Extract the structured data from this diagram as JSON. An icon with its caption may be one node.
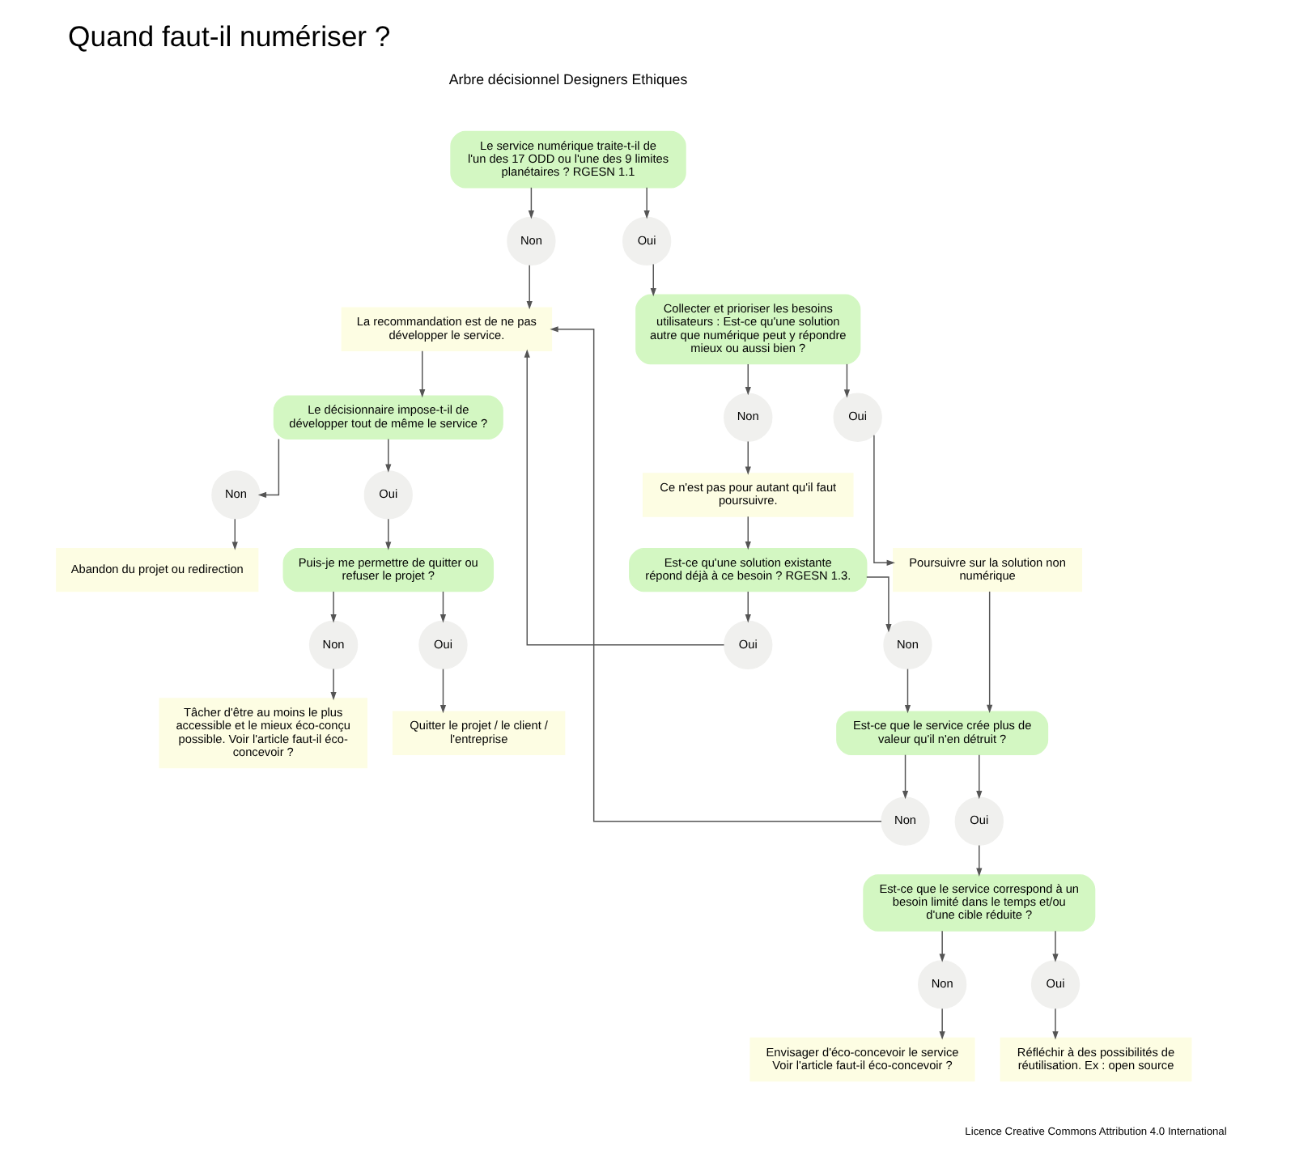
{
  "diagram": {
    "title": "Quand faut-il numériser ?",
    "nodes": [
      {
        "text": [
          "Le service numérique traite-t-il de l'un des 17 ODD ou l'une des 9 limites planétaires ? RGESN 1.1"
        ]
      },
      {
        "text": [
          "Non"
        ]
      },
      {
        "text": [
          "Oui"
        ]
      },
      {
        "text": [
          "La recommandation est de ne pas développer le service."
        ]
      },
      {
        "text": [
          "Le décisionnaire impose-t-il de développer tout de même le service ?"
        ]
      },
      {
        "text": [
          "Non"
        ]
      },
      {
        "text": [
          "Oui"
        ]
      },
      {
        "text": [
          "Abandon du projet ou redirection"
        ]
      },
      {
        "text": [
          "Puis-je me permettre de quitter ou refuser le projet ?"
        ]
      },
      {
        "text": [
          "Non"
        ]
      },
      {
        "text": [
          "Oui"
        ]
      },
      {
        "text": [
          "Tâcher d'être au moins le plus accessible et le mieux éco-conçu possible. Voir l'article faut-il éco-concevoir ?"
        ]
      },
      {
        "text": [
          "Quitter le projet / le client / l'entreprise"
        ]
      },
      {
        "text": [
          "Collecter et prioriser les besoins utilisateurs : Est-ce qu'une solution autre que numérique peut y répondre mieux ou aussi bien ?"
        ]
      },
      {
        "text": [
          "Non"
        ]
      },
      {
        "text": [
          "Oui"
        ]
      },
      {
        "text": [
          "Ce n'est pas pour autant qu'il faut poursuivre."
        ]
      },
      {
        "text": [
          "Poursuivre sur la solution non numérique"
        ]
      },
      {
        "text": [
          "Est-ce qu'une solution existante répond déjà à ce besoin ? RGESN 1.3."
        ]
      },
      {
        "text": [
          "Oui"
        ]
      },
      {
        "text": [
          "Non"
        ]
      },
      {
        "text": [
          "Est-ce que le service crée plus de valeur qu'il n'en détruit ?"
        ]
      },
      {
        "text": [
          "Non"
        ]
      },
      {
        "text": [
          "Oui"
        ]
      },
      {
        "text": [
          "Est-ce que le service correspond à un besoin limité dans le temps et/ou d'une cible réduite ?"
        ]
      },
      {
        "text": [
          "Non"
        ]
      },
      {
        "text": [
          "Oui"
        ]
      },
      {
        "text": [
          "Envisager d'éco-concevoir le service Voir l'article faut-il éco-concevoir ?"
        ]
      },
      {
        "text": [
          "Réfléchir à des possibilités de réutilisation. Ex : open source"
        ]
      }
    ],
    "edges": [
      {
        "from": 0,
        "to": 1,
        "arrow": "to"
      },
      {
        "from": 0,
        "to": 2,
        "arrow": "to"
      },
      {
        "from": 1,
        "to": 3,
        "arrow": "to"
      },
      {
        "from": 3,
        "to": 4,
        "arrow": "to"
      },
      {
        "from": 4,
        "to": 5,
        "arrow": "to"
      },
      {
        "from": 4,
        "to": 6,
        "arrow": "to"
      },
      {
        "from": 5,
        "to": 7,
        "arrow": "to"
      },
      {
        "from": 6,
        "to": 8,
        "arrow": "to"
      },
      {
        "from": 8,
        "to": 9,
        "arrow": "to"
      },
      {
        "from": 8,
        "to": 10,
        "arrow": "to"
      },
      {
        "from": 9,
        "to": 11,
        "arrow": "to"
      },
      {
        "from": 10,
        "to": 12,
        "arrow": "to"
      },
      {
        "from": 2,
        "to": 13,
        "arrow": "to"
      },
      {
        "from": 13,
        "to": 14,
        "arrow": "to"
      },
      {
        "from": 13,
        "to": 15,
        "arrow": "to"
      },
      {
        "from": 14,
        "to": 16,
        "arrow": "to"
      },
      {
        "from": 15,
        "to": 17,
        "arrow": "to"
      },
      {
        "from": 16,
        "to": 18,
        "arrow": "to"
      },
      {
        "from": 17,
        "to": 21,
        "arrow": "to"
      },
      {
        "from": 18,
        "to": 19,
        "arrow": "to"
      },
      {
        "from": 18,
        "to": 20,
        "arrow": "to"
      },
      {
        "from": 19,
        "to": 3,
        "arrow": "to"
      },
      {
        "from": 20,
        "to": 21,
        "arrow": "to"
      },
      {
        "from": 21,
        "to": 22,
        "arrow": "to"
      },
      {
        "from": 21,
        "to": 23,
        "arrow": "to"
      },
      {
        "from": 22,
        "to": 3,
        "arrow": "to"
      },
      {
        "from": 23,
        "to": 24,
        "arrow": "to"
      },
      {
        "from": 24,
        "to": 25,
        "arrow": "to"
      },
      {
        "from": 24,
        "to": 26,
        "arrow": "to"
      },
      {
        "from": 25,
        "to": 27,
        "arrow": "to"
      },
      {
        "from": 26,
        "to": 28,
        "arrow": "to"
      }
    ],
    "labels": [
      "Arbre décisionnel Designers Ethiques",
      "Licence Creative Commons Attribution 4.0 International"
    ]
  }
}
